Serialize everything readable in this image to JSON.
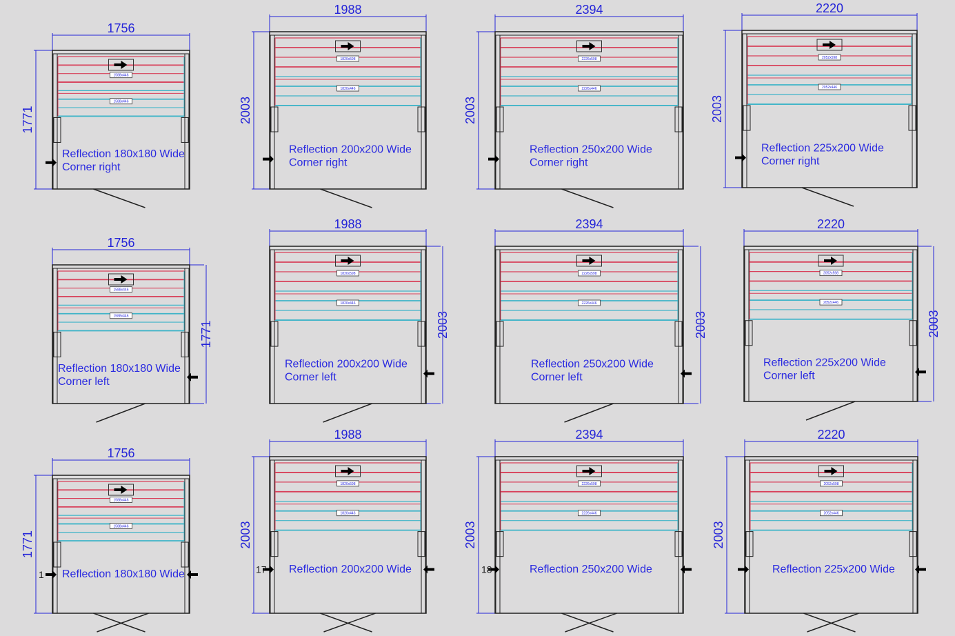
{
  "colors": {
    "dimension": "#2424d8",
    "glass_red": "#d8405a",
    "glass_cyan": "#3fb4c8",
    "frame": "#222222"
  },
  "panels": [
    {
      "width": "1756",
      "height": "1771",
      "name": "Reflection 180x180 Wide",
      "sub": "Corner right",
      "upper": "1588x446",
      "lower": "1588x446",
      "door": "right"
    },
    {
      "width": "1988",
      "height": "2003",
      "name": "Reflection 200x200 Wide",
      "sub": "Corner right",
      "upper": "1820x598",
      "lower": "1820x446",
      "door": "right"
    },
    {
      "width": "2394",
      "height": "2003",
      "name": "Reflection 250x200 Wide",
      "sub": "Corner right",
      "upper": "2226x598",
      "lower": "2226x446",
      "door": "right"
    },
    {
      "width": "2220",
      "height": "2003",
      "name": "Reflection 225x200 Wide",
      "sub": "Corner right",
      "upper": "2052x598",
      "lower": "2052x446",
      "door": "right"
    },
    {
      "width": "1756",
      "height": "1771",
      "name": "Reflection 180x180 Wide",
      "sub": "Corner left",
      "upper": "1588x446",
      "lower": "1588x446",
      "door": "left"
    },
    {
      "width": "1988",
      "height": "2003",
      "name": "Reflection 200x200 Wide",
      "sub": "Corner left",
      "upper": "1820x598",
      "lower": "1820x446",
      "door": "left"
    },
    {
      "width": "2394",
      "height": "2003",
      "name": "Reflection 250x200 Wide",
      "sub": "Corner left",
      "upper": "2226x598",
      "lower": "2226x446",
      "door": "left"
    },
    {
      "width": "2220",
      "height": "2003",
      "name": "Reflection 225x200 Wide",
      "sub": "Corner left",
      "upper": "2052x598",
      "lower": "2052x446",
      "door": "left"
    },
    {
      "width": "1756",
      "height": "1771",
      "name": "Reflection 180x180 Wide",
      "sub": "",
      "upper": "1588x446",
      "lower": "1588x446",
      "door": "both",
      "mark": "1"
    },
    {
      "width": "1988",
      "height": "2003",
      "name": "Reflection 200x200 Wide",
      "sub": "",
      "upper": "1820x598",
      "lower": "1820x446",
      "door": "both",
      "mark": "17"
    },
    {
      "width": "2394",
      "height": "2003",
      "name": "Reflection 250x200 Wide",
      "sub": "",
      "upper": "2226x598",
      "lower": "2226x446",
      "door": "both",
      "mark": "18"
    },
    {
      "width": "2220",
      "height": "2003",
      "name": "Reflection 225x200 Wide",
      "sub": "",
      "upper": "2052x598",
      "lower": "2052x446",
      "door": "both"
    }
  ]
}
